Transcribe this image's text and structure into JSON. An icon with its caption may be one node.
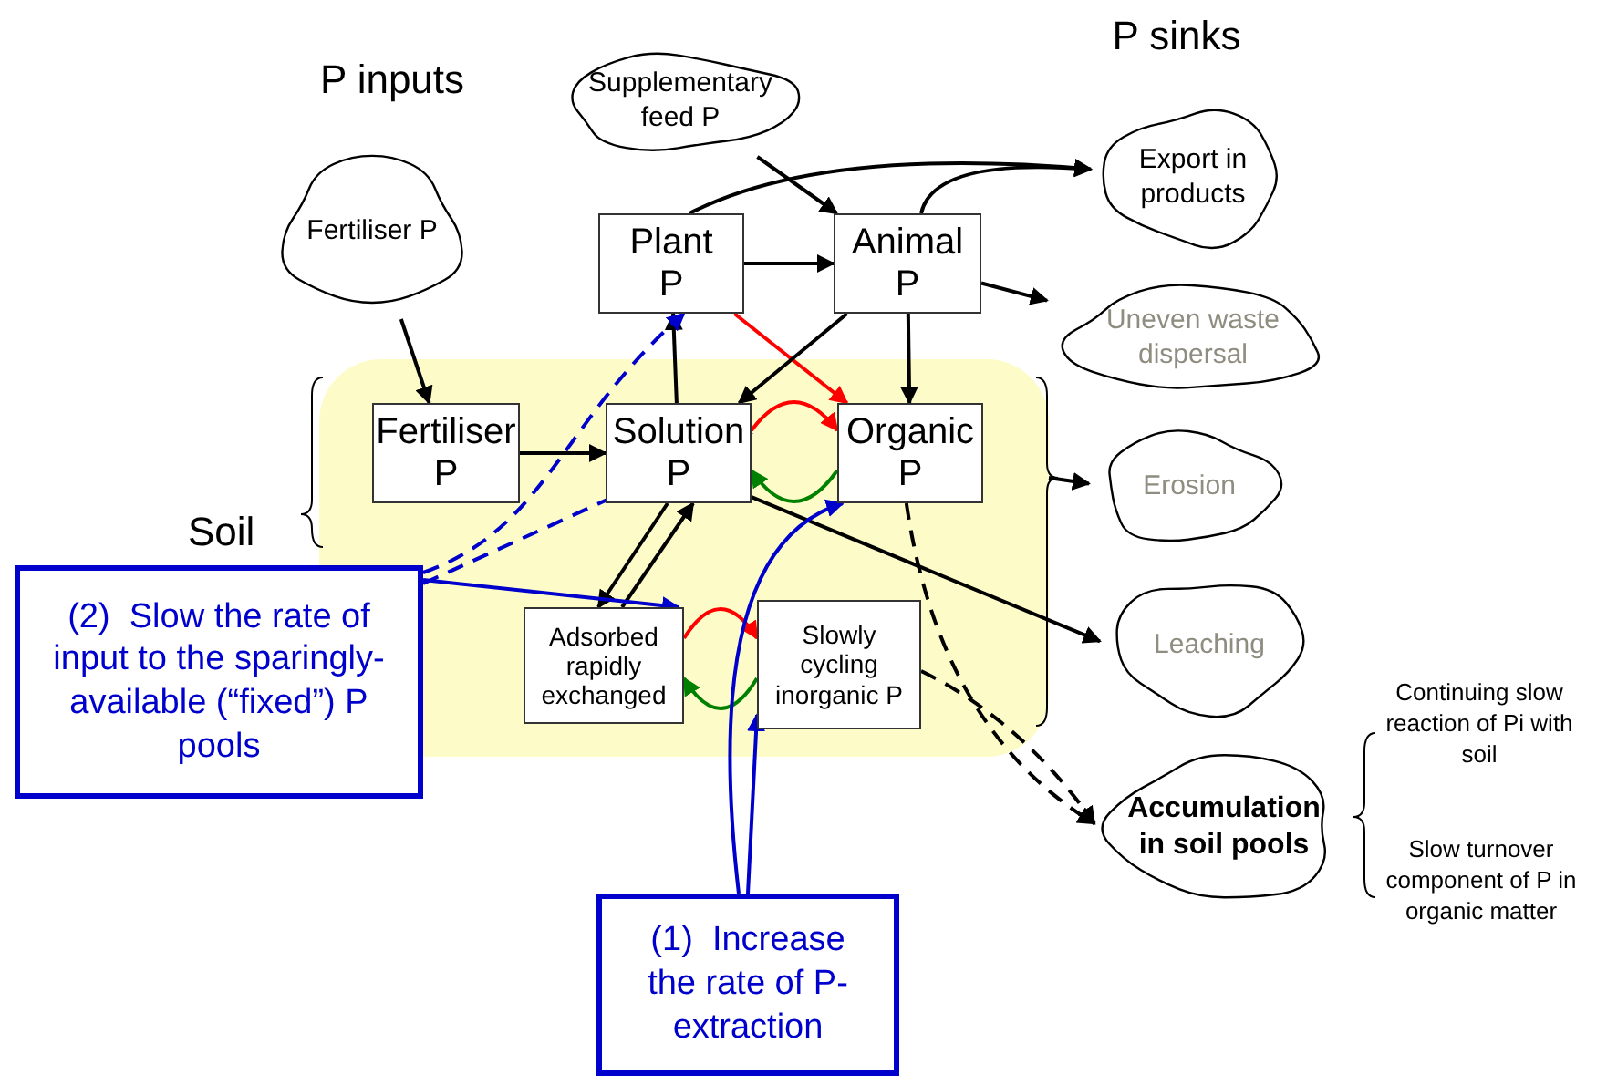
{
  "diagram": {
    "nodes": [
      {
        "text": [
          "Fertiliser P"
        ]
      },
      {
        "text": [
          "Supplementary feed P"
        ]
      },
      {
        "text": [
          "Soil"
        ]
      },
      {
        "text": [
          "Plant P"
        ]
      },
      {
        "text": [
          "Animal P"
        ]
      },
      {
        "text": [
          "Fertiliser P"
        ],
        "in": 2
      },
      {
        "text": [
          "Solution P"
        ],
        "in": 2
      },
      {
        "text": [
          "Organic P"
        ],
        "in": 2
      },
      {
        "text": [
          "Adsorbed rapidly exchanged"
        ],
        "in": 2
      },
      {
        "text": [
          "Slowly cycling inorganic P"
        ],
        "in": 2
      },
      {
        "text": [
          "Export in products"
        ]
      },
      {
        "text": [
          "Uneven waste dispersal"
        ]
      },
      {
        "text": [
          "Erosion"
        ]
      },
      {
        "text": [
          "Leaching"
        ]
      },
      {
        "text": [
          "Accumulation in soil pools"
        ]
      },
      {
        "text": [
          "(2)  Slow the rate of input to the sparingly-available (“fixed”) P pools"
        ]
      },
      {
        "text": [
          "(1)  Increase the rate of P-extraction"
        ]
      }
    ],
    "edges": [
      {
        "from": 0,
        "to": 5,
        "arrow": "to"
      },
      {
        "from": 1,
        "to": 4,
        "arrow": "to"
      },
      {
        "from": 3,
        "to": 4,
        "arrow": "to"
      },
      {
        "from": 3,
        "to": 10,
        "arrow": "to"
      },
      {
        "from": 4,
        "to": 10,
        "arrow": "to"
      },
      {
        "from": 4,
        "to": 11,
        "arrow": "to"
      },
      {
        "from": 3,
        "to": 7,
        "arrow": "to",
        "color": "#ff0000"
      },
      {
        "from": 4,
        "to": 6,
        "arrow": "to"
      },
      {
        "from": 4,
        "to": 7,
        "arrow": "to"
      },
      {
        "from": 5,
        "to": 6,
        "arrow": "to"
      },
      {
        "from": 6,
        "to": 3,
        "arrow": "to"
      },
      {
        "from": 6,
        "to": 7,
        "arrow": "to",
        "color": "#ff0000"
      },
      {
        "from": 7,
        "to": 6,
        "arrow": "to",
        "color": "#008000"
      },
      {
        "from": 2,
        "to": 12,
        "arrow": "to"
      },
      {
        "from": 6,
        "to": 13,
        "arrow": "to"
      },
      {
        "from": 7,
        "to": 14,
        "arrow": "to",
        "style": "dashed"
      },
      {
        "from": 9,
        "to": 14,
        "arrow": "to",
        "style": "dashed"
      },
      {
        "from": 8,
        "to": 6,
        "arrow": "to"
      },
      {
        "from": 6,
        "to": 8,
        "arrow": "to"
      },
      {
        "from": 8,
        "to": 9,
        "arrow": "to",
        "color": "#ff0000"
      },
      {
        "from": 9,
        "to": 8,
        "arrow": "to",
        "color": "#008000"
      },
      {
        "from": 15,
        "to": 3,
        "arrow": "to",
        "style": "dashed",
        "color": "#0000cc"
      },
      {
        "from": 15,
        "to": 6,
        "arrow": "to",
        "style": "dashed",
        "color": "#0000cc"
      },
      {
        "from": 15,
        "to": 8,
        "arrow": "to",
        "color": "#0000cc"
      },
      {
        "from": 16,
        "to": 9,
        "arrow": "to",
        "color": "#0000cc"
      },
      {
        "from": 16,
        "to": 7,
        "arrow": "to",
        "color": "#0000cc"
      }
    ],
    "labels": [
      "P inputs",
      "P sinks",
      "Continuing slow reaction of Pi with soil",
      "Slow turnover component of P in organic matter"
    ]
  }
}
